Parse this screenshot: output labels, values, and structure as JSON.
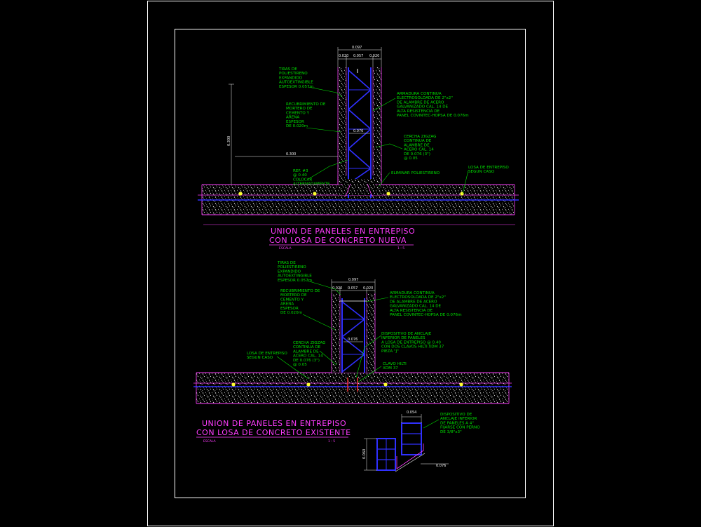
{
  "colors": {
    "background": "#000000",
    "frame": "#ffffff",
    "annotation": "#00e000",
    "dimension": "#f0f0f0",
    "title": "#ff3cff",
    "mesh": "#3030ff",
    "outline": "#ff40ff",
    "slab_fill": "#d8d8d8",
    "anchor": "#ffff30",
    "rebar": "#ff3030"
  },
  "detail_top": {
    "title_line1": "UNION DE PANELES EN ENTREPISO",
    "title_line2": "CON LOSA DE CONCRETO  NUEVA",
    "scale_left": "ESCALA",
    "scale_right": "1 : 5",
    "dim_total": "0.097",
    "dim_left": "0.020",
    "dim_mid": "0.057",
    "dim_right": "0.020",
    "dim_height": "0.300",
    "dim_width": "0.300",
    "dim_inner": "0.076",
    "note_tiras": [
      "TIRAS DE",
      "POLIESTIRENO",
      "EXPANDIDO",
      "AUTOEXTINGIBLE",
      "ESPESOR 0.057m."
    ],
    "note_recubrimiento": [
      "RECUBRIMIENTO DE",
      "MORTERO DE",
      "CEMENTO Y",
      "ARENA",
      "ESPESOR",
      "DE 0.020m"
    ],
    "note_ref": [
      "REF. #3",
      "@ 0.40",
      "COLOCAR",
      "ALTERNADAMENTE"
    ],
    "note_armadura": [
      "ARMADURA CONTINUA",
      "ELECTROSOLDADA DE 2\"x2\"",
      "DE ALAMBRE DE ACERO",
      "GALVANIZADO CAL. 14 DE",
      "ALTA RESISTENCIA DE",
      "PANEL COVINTEC-HOPSA DE 0.076m"
    ],
    "note_cercha": [
      "CERCHA ZIGZAG",
      "CONTINUA DE",
      "ALAMBRE DE",
      "ACERO CAL. 14",
      "DE 0.076 (3\")",
      "@ 0.05"
    ],
    "note_eliminar": "ELIMINAR POLIESTIRENO",
    "note_losa": [
      "LOSA DE ENTREPISO",
      "SEGUN CASO"
    ]
  },
  "detail_bottom": {
    "title_line1": "UNION DE PANELES EN ENTREPISO",
    "title_line2": "CON LOSA DE CONCRETO  EXISTENTE",
    "scale_left": "ESCALA",
    "scale_right": "1 : 5",
    "dim_total": "0.097",
    "dim_left": "0.020",
    "dim_mid": "0.057",
    "dim_right": "0.020",
    "dim_inner": "0.076",
    "note_tiras": [
      "TIRAS DE",
      "POLIESTIRENO",
      "EXPANDIDO",
      "AUTOEXTINGIBLE",
      "ESPESOR 0.057m."
    ],
    "note_recubrimiento": [
      "RECUBRIMIENTO DE",
      "MORTERO DE",
      "CEMENTO Y",
      "ARENA",
      "ESPESOR",
      "DE 0.020m"
    ],
    "note_armadura": [
      "ARMADURA CONTINUA",
      "ELECTROSOLDADA DE 2\"x2\"",
      "DE ALAMBRE DE ACERO",
      "GALVANIZADO CAL. 14 DE",
      "ALTA RESISTENCIA DE",
      "PANEL COVINTEC-HOPSA DE 0.076m"
    ],
    "note_dispositivo": [
      "DISPOSITIVO DE ANCLAJE",
      "INFERIOR DE PANELES",
      "A LOSA DE ENTREPISO @ 0.40",
      "CON DOS CLAVOS HILTI XDM 37",
      "PIEZA \"J\""
    ],
    "note_cercha": [
      "CERCHA ZIGZAG",
      "CONTINUA DE",
      "ALAMBRE DE",
      "ACERO CAL. 14",
      "DE 0.076 (3\")",
      "@ 0.05"
    ],
    "note_losa": [
      "LOSA DE ENTREPISO",
      "SEGUN CASO"
    ],
    "note_clavo": [
      "CLAVO HILTI",
      "XDM 37"
    ]
  },
  "anchor_detail": {
    "dim_width": "0.054",
    "dim_height": "0.060",
    "dim_offset": "0.076",
    "note": [
      "DISPOSITIVO DE",
      "ANCLAJE INFERIOR",
      "DE PANELES A 4\"",
      "FIJARSE CON PERNO",
      "DE 3/8\"x3\""
    ]
  }
}
